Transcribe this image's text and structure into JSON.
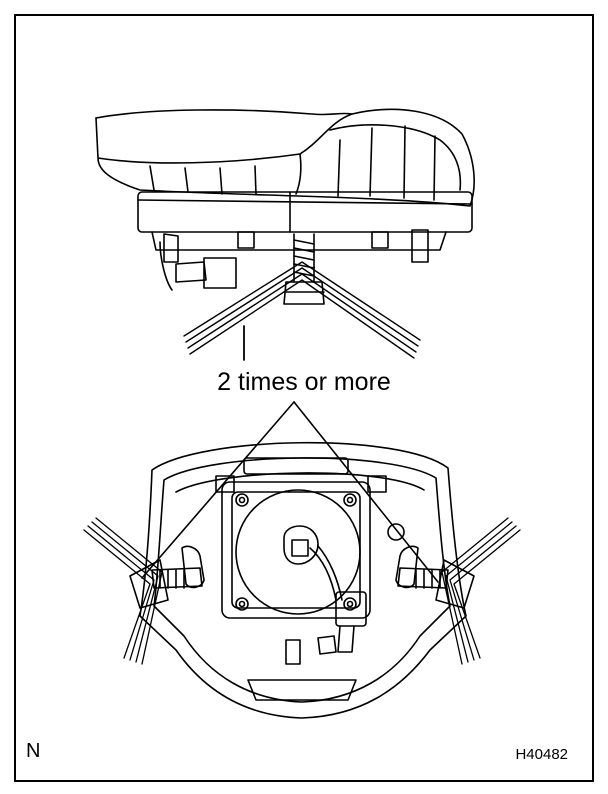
{
  "callout": {
    "text": "2 times or more"
  },
  "corner_mark": "N",
  "figure_id": "H40482",
  "colors": {
    "line": "#000000",
    "background": "#ffffff"
  },
  "parts": {
    "side_view": "airbag-module-side-view",
    "rear_view": "airbag-module-rear-view",
    "bolt": "mounting-bolt",
    "wires": "wire-harness-bundle",
    "connector": "airbag-connector"
  }
}
